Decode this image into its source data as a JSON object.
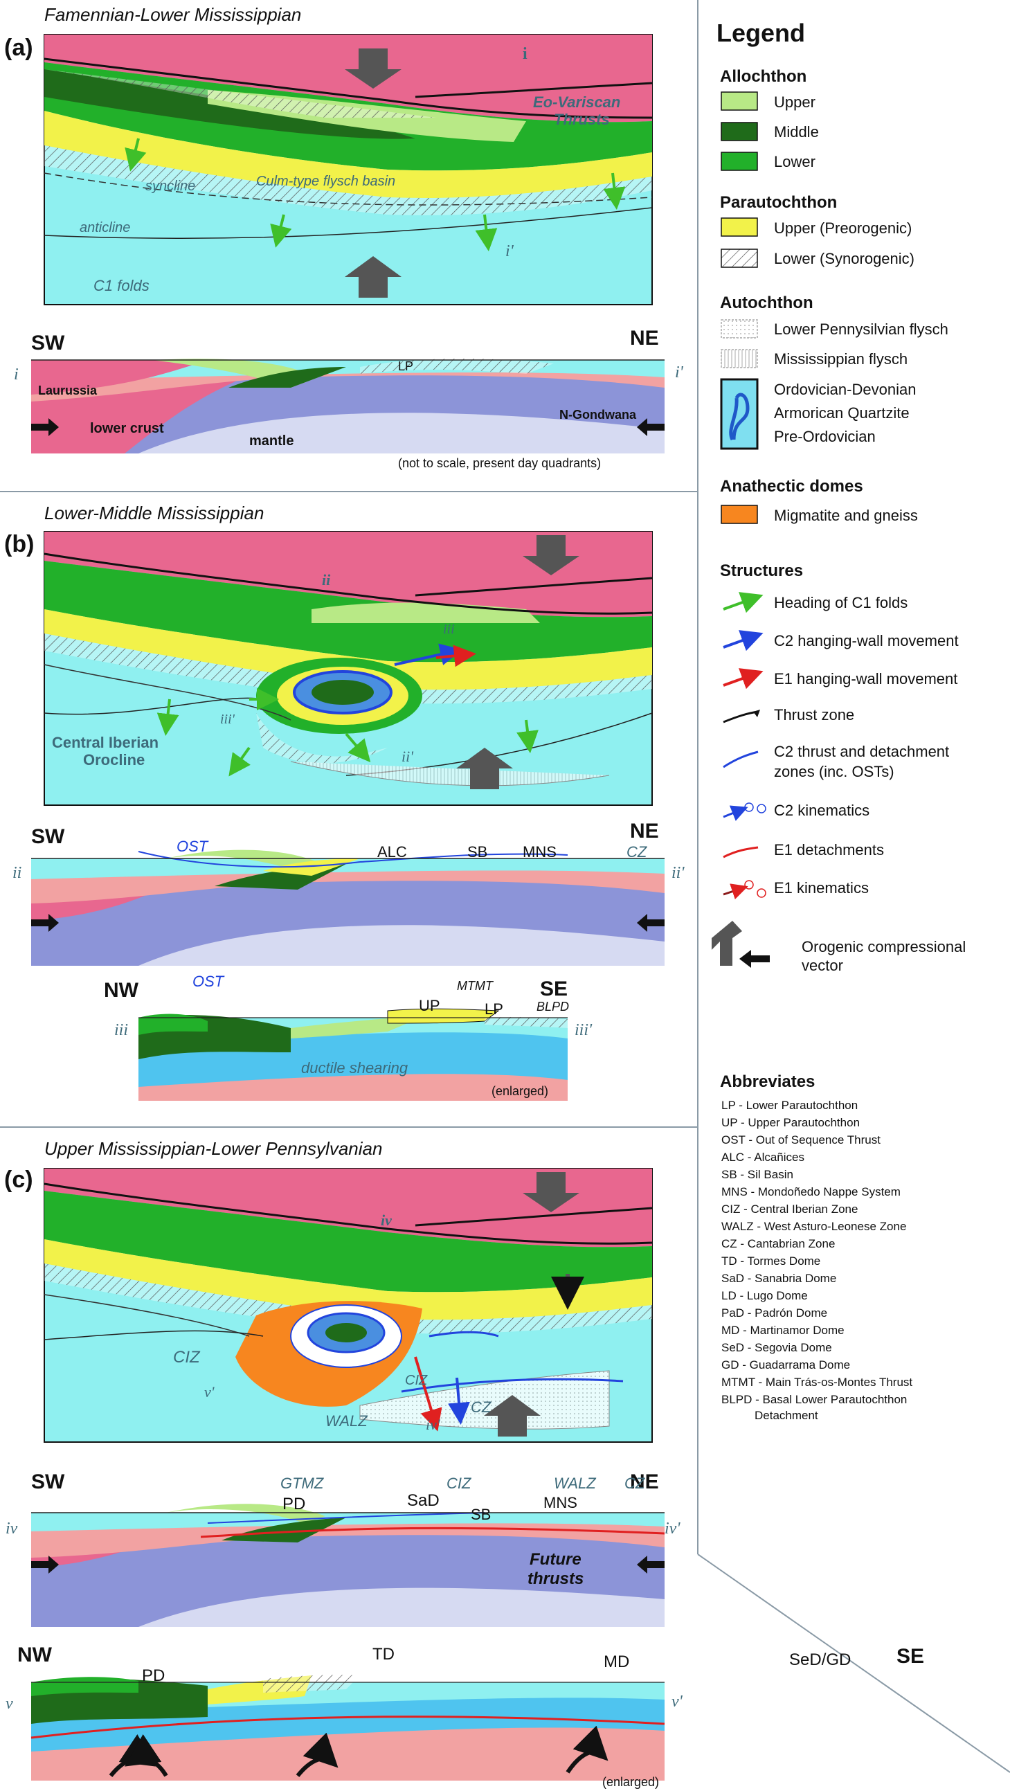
{
  "panels": {
    "a": {
      "letter": "(a)",
      "title": "Famennian-Lower Mississippian",
      "map_labels": {
        "section": "i",
        "section_end": "i'",
        "eo_variscan": "Eo-Variscan",
        "thrusts": "Thrusts",
        "syncline": "syncline",
        "culm": "Culm-type flysch basin",
        "anticline": "anticline",
        "c1_folds": "C1 folds"
      },
      "section": {
        "sw": "SW",
        "ne": "NE",
        "start": "i",
        "end": "i'",
        "lp": "LP",
        "laurussia": "Laurussia",
        "lower_crust": "lower crust",
        "mantle": "mantle",
        "n_gondwana": "N-Gondwana",
        "note": "(not to scale, present day quadrants)"
      }
    },
    "b": {
      "letter": "(b)",
      "title": "Lower-Middle Mississippian",
      "map_labels": {
        "section": "ii",
        "section_end": "ii'",
        "iii": "iii",
        "iii_end": "iii'",
        "central_iberian": "Central Iberian",
        "orocline": "Orocline"
      },
      "section": {
        "sw": "SW",
        "ne": "NE",
        "start": "ii",
        "end": "ii'",
        "ost": "OST",
        "alc": "ALC",
        "sb": "SB",
        "mns": "MNS",
        "cz": "CZ"
      },
      "enlarged": {
        "nw": "NW",
        "se": "SE",
        "start": "iii",
        "end": "iii'",
        "ost": "OST",
        "up": "UP",
        "mtmt": "MTMT",
        "lp": "LP",
        "blpd": "BLPD",
        "ductile": "ductile shearing",
        "note": "(enlarged)"
      }
    },
    "c": {
      "letter": "(c)",
      "title": "Upper Mississippian-Lower Pennsylvanian",
      "map_labels": {
        "section": "iv",
        "section_end": "iv'",
        "v": "v'",
        "ciz": "CIZ",
        "ciz2": "CIZ",
        "walz": "WALZ",
        "cz": "CZ"
      },
      "section": {
        "sw": "SW",
        "ne": "NE",
        "start": "iv",
        "end": "iv'",
        "gtmz": "GTMZ",
        "ciz": "CIZ",
        "walz": "WALZ",
        "cz": "CZ",
        "pd": "PD",
        "sad": "SaD",
        "sb": "SB",
        "mns": "MNS",
        "future": "Future",
        "thrusts": "thrusts"
      },
      "enlarged": {
        "nw": "NW",
        "se": "SE",
        "start": "v",
        "end": "v'",
        "pd": "PD",
        "td": "TD",
        "md": "MD",
        "sedgd": "SeD/GD",
        "note": "(enlarged)"
      }
    }
  },
  "legend": {
    "title": "Legend",
    "groups": [
      {
        "heading": "Allochthon",
        "items": [
          {
            "label": "Upper",
            "color": "#b8e986",
            "pattern": "solid"
          },
          {
            "label": "Middle",
            "color": "#1f6b1a",
            "pattern": "solid"
          },
          {
            "label": "Lower",
            "color": "#22b02a",
            "pattern": "solid"
          }
        ]
      },
      {
        "heading": "Parautochthon",
        "items": [
          {
            "label": "Upper (Preorogenic)",
            "color": "#f2f24a",
            "pattern": "solid"
          },
          {
            "label": "Lower (Synorogenic)",
            "color": "#ffffff",
            "pattern": "hatch"
          }
        ]
      },
      {
        "heading": "Autochthon",
        "items": [
          {
            "label": "Lower Pennysilvian flysch",
            "color": "#ffffff",
            "pattern": "dots"
          },
          {
            "label": "Mississippian flysch",
            "color": "#ffffff",
            "pattern": "vlines"
          },
          {
            "label": "Ordovician-Devonian",
            "color": "#7fdff0",
            "pattern": "solid"
          },
          {
            "label": "Armorican Quartzite",
            "color": "#7fdff0",
            "pattern": "solid"
          },
          {
            "label": "Pre-Ordovician",
            "color": "#7fdff0",
            "pattern": "solid"
          }
        ]
      },
      {
        "heading": "Anathectic domes",
        "items": [
          {
            "label": "Migmatite and gneiss",
            "color": "#f7861f",
            "pattern": "solid"
          }
        ]
      }
    ],
    "structures": {
      "heading": "Structures",
      "items": [
        {
          "label": "Heading of C1 folds",
          "symbol": "green-arrow"
        },
        {
          "label": "C2 hanging-wall movement",
          "symbol": "blue-arrow"
        },
        {
          "label": "E1 hanging-wall movement",
          "symbol": "red-arrow"
        },
        {
          "label": "Thrust zone",
          "symbol": "thrust"
        },
        {
          "label": "C2 thrust and detachment",
          "symbol": "blue-line"
        },
        {
          "label": "zones (inc. OSTs)",
          "symbol": "none"
        },
        {
          "label": "C2 kinematics",
          "symbol": "blue-kin"
        },
        {
          "label": "E1 detachments",
          "symbol": "red-line"
        },
        {
          "label": "E1 kinematics",
          "symbol": "red-kin"
        },
        {
          "label": "Orogenic compressional",
          "symbol": "compress"
        },
        {
          "label": "vector",
          "symbol": "none"
        }
      ]
    },
    "abbreviations": {
      "heading": "Abbreviates",
      "items": [
        "LP - Lower Parautochthon",
        "UP - Upper Parautochthon",
        "OST - Out of Sequence Thrust",
        "ALC - Alcañices",
        "SB - Sil Basin",
        "MNS - Mondoñedo Nappe System",
        "CIZ - Central Iberian Zone",
        "WALZ - West Asturo-Leonese Zone",
        "CZ - Cantabrian Zone",
        "TD - Tormes Dome",
        "SaD - Sanabria Dome",
        "LD - Lugo Dome",
        "PaD - Padrón Dome",
        "MD - Martinamor Dome",
        "SeD - Segovia Dome",
        "GD - Guadarrama Dome",
        "MTMT - Main Trás-os-Montes Thrust",
        "BLPD - Basal Lower Parautochthon",
        "Detachment"
      ]
    }
  },
  "colors": {
    "pink": "#e8678f",
    "light_pink": "#f2a2a2",
    "cyan": "#8ff0f0",
    "blue_crust": "#8c94d8",
    "mantle": "#d6daf2",
    "upper_allo": "#b8e986",
    "middle_allo": "#1f6b1a",
    "lower_allo": "#22b02a",
    "yellow": "#f2f24a",
    "orange": "#f7861f",
    "label_blue": "#3d6a7a"
  }
}
